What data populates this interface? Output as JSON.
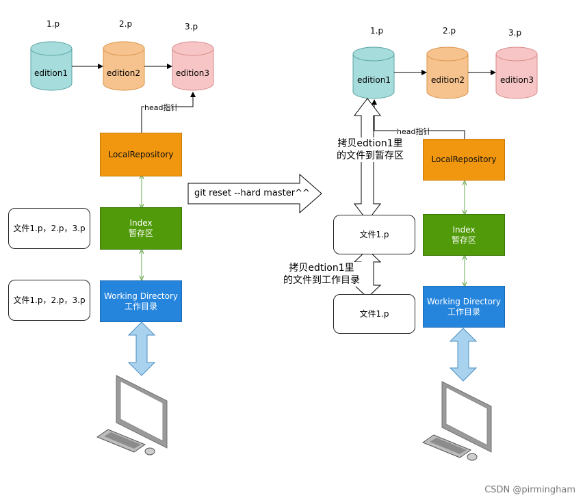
{
  "left": {
    "editions": [
      {
        "file": "1.p",
        "name": "edition1",
        "color": "#a6dcdc"
      },
      {
        "file": "2.p",
        "name": "edition2",
        "color": "#f6c28d"
      },
      {
        "file": "3.p",
        "name": "edition3",
        "color": "#f7c5c5"
      }
    ],
    "head_label": "head指针",
    "local_repository": "LocalRepository",
    "index": {
      "line1": "Index",
      "line2": "暂存区"
    },
    "working_directory": {
      "line1": "Working Directory",
      "line2": "工作目录"
    },
    "index_files": "文件1.p，2.p，3.p",
    "working_files": "文件1.p，2.p，3.p"
  },
  "command": "git reset  --hard  master^^",
  "right": {
    "editions": [
      {
        "file": "1.p",
        "name": "edition1",
        "color": "#a6dcdc"
      },
      {
        "file": "2.p",
        "name": "edition2",
        "color": "#f6c28d"
      },
      {
        "file": "3.p",
        "name": "edition3",
        "color": "#f7c5c5"
      }
    ],
    "head_label": "head指针",
    "local_repository": "LocalRepository",
    "index": {
      "line1": "Index",
      "line2": "暂存区"
    },
    "working_directory": {
      "line1": "Working Directory",
      "line2": "工作目录"
    },
    "index_files": "文件1.p",
    "working_files": "文件1.p",
    "copy_to_index": {
      "line1": "拷贝edtion1里",
      "line2": "的文件到暂存区"
    },
    "copy_to_working": {
      "line1": "拷贝edtion1里",
      "line2": "的文件到工作目录"
    }
  },
  "watermark": "CSDN @pirmingham",
  "icons": [
    "computer-monitor-icon",
    "keyboard-icon",
    "mouse-icon"
  ]
}
